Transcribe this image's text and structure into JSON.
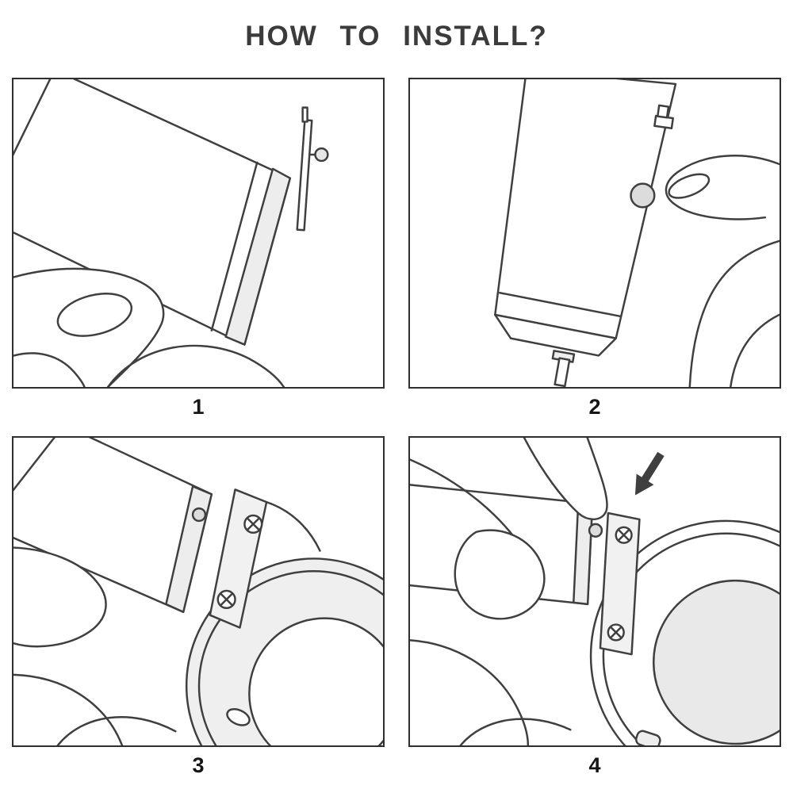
{
  "title": "HOW TO INSTALL?",
  "panels": [
    {
      "number": "1"
    },
    {
      "number": "2"
    },
    {
      "number": "3"
    },
    {
      "number": "4"
    }
  ],
  "icons": [
    "watch-strap",
    "spring-bar-pin",
    "release-button",
    "thumb",
    "fingertip",
    "watch-case",
    "lug-plate",
    "screw-icon",
    "arrow-icon",
    "crown"
  ],
  "colors": {
    "line": "#3f3f3f",
    "border": "#2f2f2f",
    "fill_light": "#ededed",
    "fill_button": "#dcdcdc",
    "background": "#ffffff",
    "text": "#161616"
  }
}
